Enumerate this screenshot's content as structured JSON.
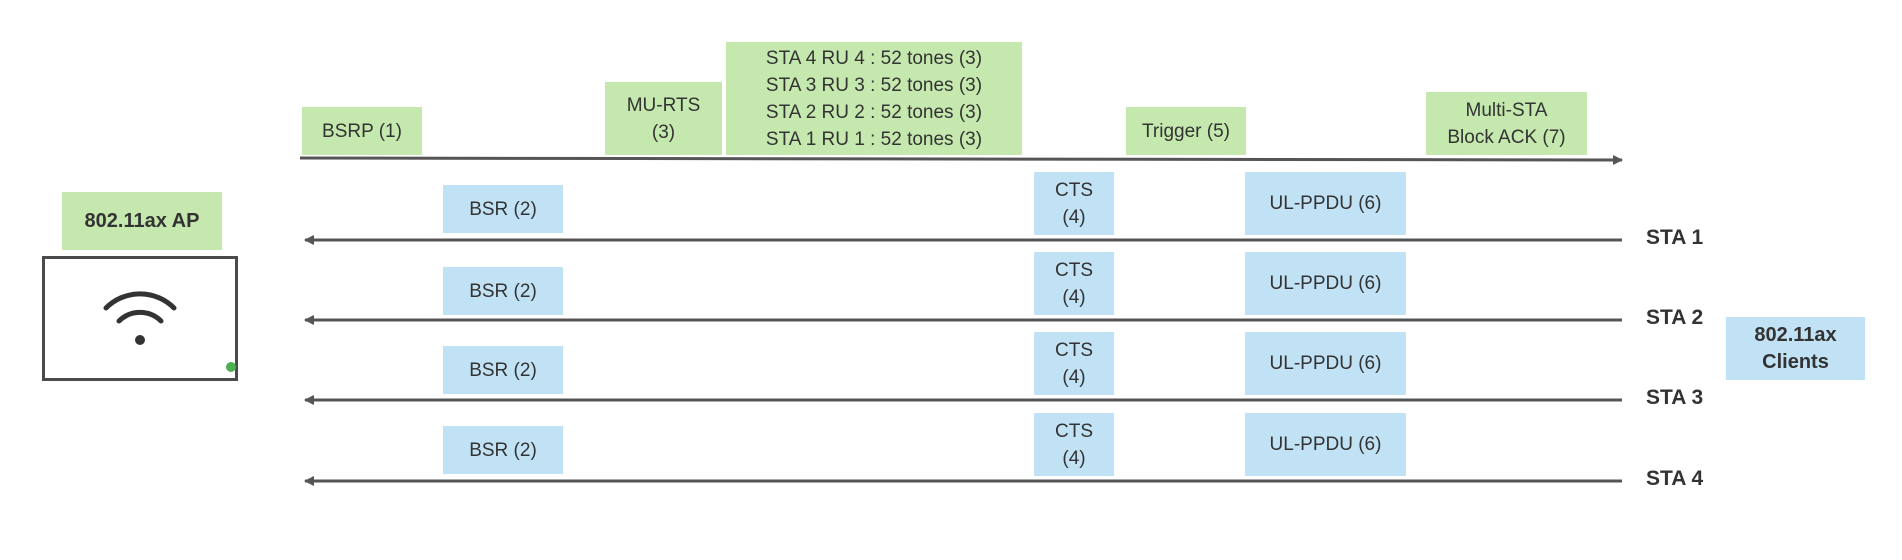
{
  "ap": {
    "label": "802.11ax AP"
  },
  "clients": {
    "label": "802.11ax\nClients"
  },
  "colors": {
    "downlink_frame": "#c5e8ae",
    "uplink_frame": "#c1e2f5",
    "arrow": "#555555",
    "status_dot": "#4caf50"
  },
  "icons": {
    "ap_icon": "wifi-icon"
  },
  "ap_frames": {
    "bsrp": "BSRP (1)",
    "mu_rts": "MU-RTS\n(3)",
    "ru_allocation": "STA 4 RU 4 : 52 tones (3)\nSTA 3 RU 3 : 52 tones (3)\nSTA 2 RU 2 : 52 tones (3)\nSTA 1 RU 1 : 52 tones (3)",
    "trigger": "Trigger (5)",
    "block_ack": "Multi-STA\nBlock ACK (7)"
  },
  "stations": [
    {
      "name": "STA 1",
      "bsr": "BSR (2)",
      "cts": "CTS\n(4)",
      "ul_ppdu": "UL-PPDU (6)"
    },
    {
      "name": "STA 2",
      "bsr": "BSR (2)",
      "cts": "CTS\n(4)",
      "ul_ppdu": "UL-PPDU (6)"
    },
    {
      "name": "STA 3",
      "bsr": "BSR (2)",
      "cts": "CTS\n(4)",
      "ul_ppdu": "UL-PPDU (6)"
    },
    {
      "name": "STA 4",
      "bsr": "BSR (2)",
      "cts": "CTS\n(4)",
      "ul_ppdu": "UL-PPDU (6)"
    }
  ]
}
